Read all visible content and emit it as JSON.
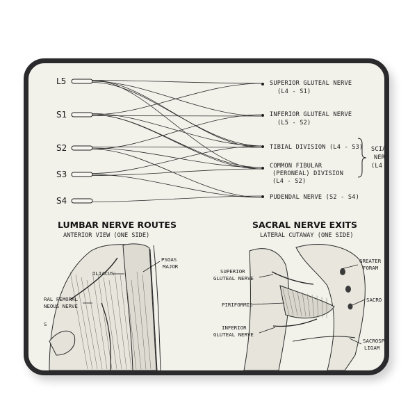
{
  "roots": [
    "L5",
    "S1",
    "S2",
    "S3",
    "S4"
  ],
  "nerves": [
    {
      "line1": "SUPERIOR GLUTEAL NERVE",
      "line2": "(L4 - S1)"
    },
    {
      "line1": "INFERIOR GLUTEAL NERVE",
      "line2": "(L5 - S2)"
    },
    {
      "line1": "TIBIAL DIVISION (L4 - S3)",
      "line2": ""
    },
    {
      "line1": "COMMON FIBULAR",
      "line2": "(PERONEAL) DIVISION",
      "line3": "(L4 - S2)"
    },
    {
      "line1": "PUDENDAL NERVE (S2 - S4)",
      "line2": ""
    }
  ],
  "bracket_label": [
    "SCIA",
    "NER",
    "(L4"
  ],
  "panels": {
    "left": {
      "title": "LUMBAR NERVE ROUTES",
      "subtitle": "ANTERIOR VIEW (ONE SIDE)",
      "labels": [
        "ILIACUS",
        "PSOAS",
        "MAJOR",
        "RAL FEMORAL",
        "NEOUS NERVE",
        "S"
      ]
    },
    "right": {
      "title": "SACRAL NERVE EXITS",
      "subtitle": "LATERAL CUTAWAY (ONE SIDE)",
      "labels": [
        "SUPERIOR",
        "GLUTEAL NERVE",
        "PIRIFORMIS",
        "INFERIOR",
        "GLUTEAL NERVE",
        "GREATER S",
        "FORAM",
        "SACRO",
        "SACROSP",
        "LIGAM"
      ]
    }
  },
  "colors": {
    "mat_border": "#2a2a2c",
    "paper": "#f2f1ea",
    "ink": "#1c1c1c"
  }
}
